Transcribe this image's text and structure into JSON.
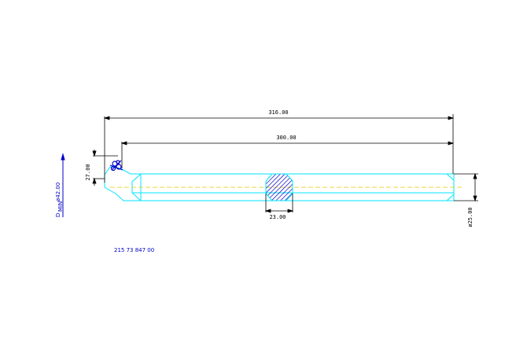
{
  "drawing": {
    "colors": {
      "background": "#ffffff",
      "outline": "#00e5ff",
      "dimension": "#000000",
      "centerline": "#e6c800",
      "hatch": "#0000c8",
      "annotation": "#0000c8"
    },
    "dimensions": {
      "overall_length": "316.00",
      "body_length": "300.00",
      "head_height": "27.00",
      "neck_width": "23.00",
      "shank_diameter": "ø25.00"
    },
    "min_diameter": {
      "symbol": "D",
      "subscript": "MIN",
      "value": "ø42.00"
    },
    "part_number": "215 73 847 00"
  }
}
